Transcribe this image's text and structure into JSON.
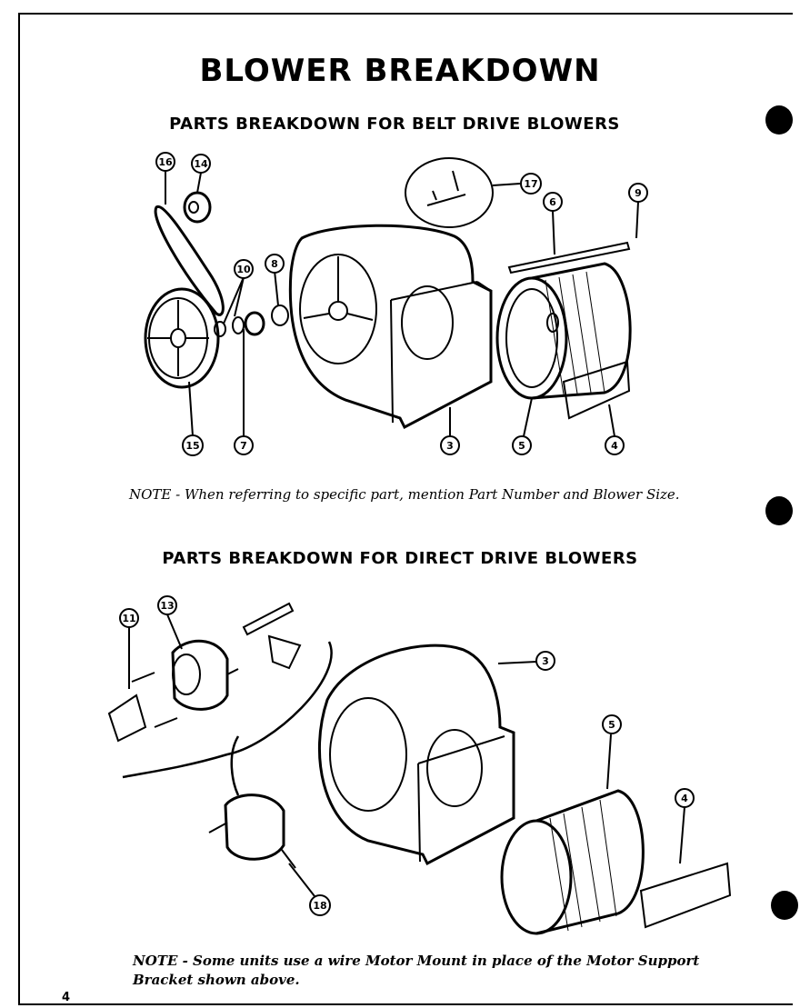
{
  "page": {
    "title": "BLOWER BREAKDOWN",
    "page_number": "4"
  },
  "belt_drive": {
    "heading": "PARTS BREAKDOWN FOR BELT DRIVE BLOWERS",
    "note": "NOTE - When referring to specific part, mention Part Number and Blower Size.",
    "callouts": [
      "16",
      "14",
      "17",
      "6",
      "9",
      "10",
      "8",
      "15",
      "7",
      "3",
      "5",
      "4"
    ]
  },
  "direct_drive": {
    "heading": "PARTS BREAKDOWN FOR DIRECT DRIVE BLOWERS",
    "note": "NOTE - Some units use a wire Motor Mount in place of the Motor Support Bracket shown above.",
    "callouts": [
      "11",
      "13",
      "3",
      "5",
      "4",
      "18"
    ]
  }
}
